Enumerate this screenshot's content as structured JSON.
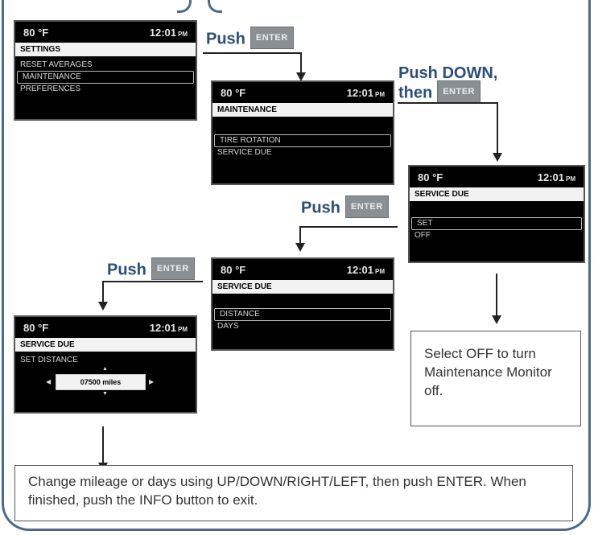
{
  "screens": {
    "s1": {
      "temp": "80 °F",
      "time": "12:01",
      "pm": "PM",
      "title": "SETTINGS",
      "items": [
        "RESET AVERAGES",
        "MAINTENANCE",
        "PREFERENCES"
      ]
    },
    "s2": {
      "temp": "80 °F",
      "time": "12:01",
      "pm": "PM",
      "title": "MAINTENANCE",
      "items": [
        "TIRE ROTATION",
        "SERVICE DUE"
      ]
    },
    "s3": {
      "temp": "80 °F",
      "time": "12:01",
      "pm": "PM",
      "title": "SERVICE DUE",
      "items": [
        "SET",
        "OFF"
      ]
    },
    "s4": {
      "temp": "80 °F",
      "time": "12:01",
      "pm": "PM",
      "title": "SERVICE DUE",
      "items": [
        "DISTANCE",
        "DAYS"
      ]
    },
    "s5": {
      "temp": "80 °F",
      "time": "12:01",
      "pm": "PM",
      "title": "SERVICE DUE",
      "subtitle": "SET DISTANCE",
      "value": "07500 miles"
    }
  },
  "labels": {
    "push": "Push",
    "push_down": "Push DOWN,",
    "then": "then",
    "enter": "ENTER"
  },
  "notes": {
    "off": "Select OFF to turn Maintenance Monitor off.",
    "bottom": "Change mileage or days using UP/DOWN/RIGHT/LEFT, then push ENTER. When finished, push the INFO button to exit."
  }
}
